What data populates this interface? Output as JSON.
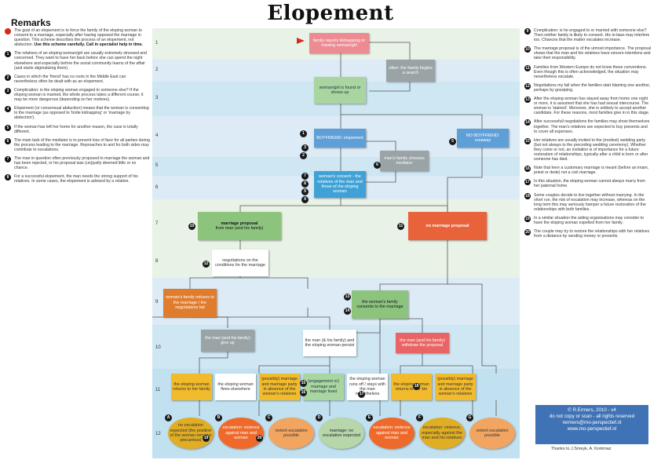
{
  "title": "Elopement",
  "remarks_heading": "Remarks",
  "left_notes": [
    {
      "num": "",
      "red": true,
      "text": "The goal of an elopement is to force the family of the eloping woman to consent to a marriage, especially after having opposed the marriage in question. This scheme describes the process of an elopement, not abduction.",
      "bold": "Use this scheme carefully. Call in specialist help in time."
    },
    {
      "num": "1",
      "text": "The relatives of an eloping woman/girl are usually extremely stressed and concerned. They want to have her back before she can spend the night elsewhere and especially before the social community learns of the affair (and starts stigmatizing them)."
    },
    {
      "num": "2",
      "text": "Cases in which the 'friend' has no roots in the Middle East can nevertheless often be dealt with as an elopement."
    },
    {
      "num": "3",
      "text": "Complication: is the eloping woman engaged to someone else? If the eloping woman is married, the whole process takes a different course; it may be more dangerous (depending on her motives)."
    },
    {
      "num": "4",
      "text": "Elopement (or consensual abduction) means that the woman is consenting to the marriage (as opposed to 'bride kidnapping' or 'marriage by abduction')."
    },
    {
      "num": "5",
      "text": "If the woman has left her home for another reason, the case is totally different."
    },
    {
      "num": "6",
      "text": "The main task of the mediator is to prevent loss of face for all parties during the process leading to the marriage. Reproaches to and fro both sides may contribute to escalations."
    },
    {
      "num": "7",
      "text": "The man in question often previously proposed to marriage the woman and has been rejected, or his proposal was (un)justly deemed little or no chance."
    },
    {
      "num": "8",
      "text": "For a successful elopement, the man needs the strong support of his relatives. In some cases, the elopement is advised by a relative."
    }
  ],
  "right_notes": [
    {
      "num": "9",
      "text": "Complication: is he engaged to or married with someone else? Then neither family is likely to consent. His in-laws may interfere too. Chances that the matter escalates increase."
    },
    {
      "num": "10",
      "text": "The marriage proposal is of the utmost importance. The proposal shows that the man and his relatives have sincere intentions and take their responsibility."
    },
    {
      "num": "11",
      "text": "Families from Western Europe do not know these conventions. Even though this is often acknowledged, the situation may nevertheless escalate."
    },
    {
      "num": "12",
      "text": "Negotiations my fail when the families start blaming one another, perhaps by gossiping."
    },
    {
      "num": "13",
      "text": "After the eloping woman has stayed away from home one night or more, it is assumed that she has had sexual intercourse. The woman is 'stained'. Moreover, she is unlikely to accept another candidate. For these reasons, most families give in in this stage."
    },
    {
      "num": "14",
      "text": "After successfull negotiations the families may show themselves together. The man's relatives are expected to buy presents and to cover all expenses."
    },
    {
      "num": "15",
      "text": "Her relatives are usually invited to the (modest) wedding party (but not always to the preceding wedding ceremony). Whether they come or not, an invitation is of importance for a future restoration of relationships, typically after a child is born or after someone has died."
    },
    {
      "num": "16",
      "text": "Note that here a customary marriage is meant (before an imam, priest or dede) not a civil marriage."
    },
    {
      "num": "17",
      "text": "In this situation, the eloping woman cannot always marry from her paternal home."
    },
    {
      "num": "18",
      "text": "Some couples decide to live together without marrying. In the short run, the risk of escalation may increase, whereas on the long term this may seriously hamper a future restoration of the relationships with both families."
    },
    {
      "num": "19",
      "text": "In a similar situation the aiding organisations may consider to have the eloping woman expelled from her family."
    },
    {
      "num": "20",
      "text": "The couple may try to restore the relationships with her relatives from a distance by sending money or presents."
    }
  ],
  "rows": [
    "1",
    "2",
    "3",
    "4",
    "5",
    "6",
    "7",
    "8",
    "9",
    "10",
    "11",
    "12"
  ],
  "nodes": {
    "n_family_reports": "family reports kidnapping or missing woman/girl",
    "n_search": "often: the family begins a search",
    "n_found": "woman/girl is found or shows up",
    "n_boyfriend_elope": "BOYFRIEND: elopement",
    "n_no_boyfriend": "NO BOYFRIEND: runaway",
    "n_mediator": "man's family chooses mediator",
    "n_consent": "woman's consent - the relatives of the man and those of the eloping woman",
    "n_proposal": "marriage proposal",
    "n_proposal_sub": "from man (and his family)",
    "n_no_proposal": "no marriage proposal",
    "n_negotiations": "negotiations on the conditions for the marriage",
    "n_refuses": "woman's family refuses to the marriage / the negotiations fail",
    "n_consents": "the woman's family consents to the marriage",
    "n_giveup": "the man (and his family) give up",
    "n_persist": "the man (& his family) and the eloping woman persist",
    "n_withdraw": "the man (and his family) withdraw the proposal",
    "n_returns1": "the eloping woman returns to her family",
    "n_flees": "the eloping woman flees elsewhere",
    "n_possibly1": "(possibly) marriage and marriage party in absence of the woman's relatives",
    "n_engagement": "(engagement or) marriage and marriage feast",
    "n_runsoff": "the eloping woman runs off / stays with the man nevertheless",
    "n_returns2": "the eloping woman returns to her kin",
    "n_possibly2": "(possibly) marriage and marriage party in absence of the woman's relatives",
    "e_a": "no escalation expected (the position of the woman remains precarious)",
    "e_b": "escalation: violence against man and woman",
    "e_c": "violent escalation possible",
    "e_d": "marriage: no escalation expected",
    "e_e": "escalation: violence against man and woman",
    "e_f": "escalation: violence, especially against the man and his relatives",
    "e_g": "violent escalation possible"
  },
  "node_numbers": {
    "n1": "1",
    "n2": "2",
    "n3": "3",
    "n4": "4",
    "n5": "5",
    "n6": "6",
    "n7": "7",
    "n8": "8",
    "n9": "9",
    "n10": "10",
    "n11": "11",
    "n12": "12",
    "n13": "13",
    "n14": "14",
    "n15": "15",
    "n16": "16",
    "n17": "17",
    "n18": "18",
    "n19": "19",
    "n20": "20"
  },
  "ellipse_letters": [
    "A",
    "B",
    "C",
    "D",
    "E",
    "F",
    "G"
  ],
  "credits": {
    "line1": "© R.Ermers, 2010 - v4",
    "line2": "do not copy or scan - all rights reserved",
    "line3": "rermers@mo-perspectief.nl",
    "line4": "www.mo-perspectief.nl"
  },
  "thanks": "Thanks to J.Smeyk, A. Korkmaz",
  "colors": {
    "accent": "#d42a1e",
    "credits_bg": "#3f73b5"
  }
}
